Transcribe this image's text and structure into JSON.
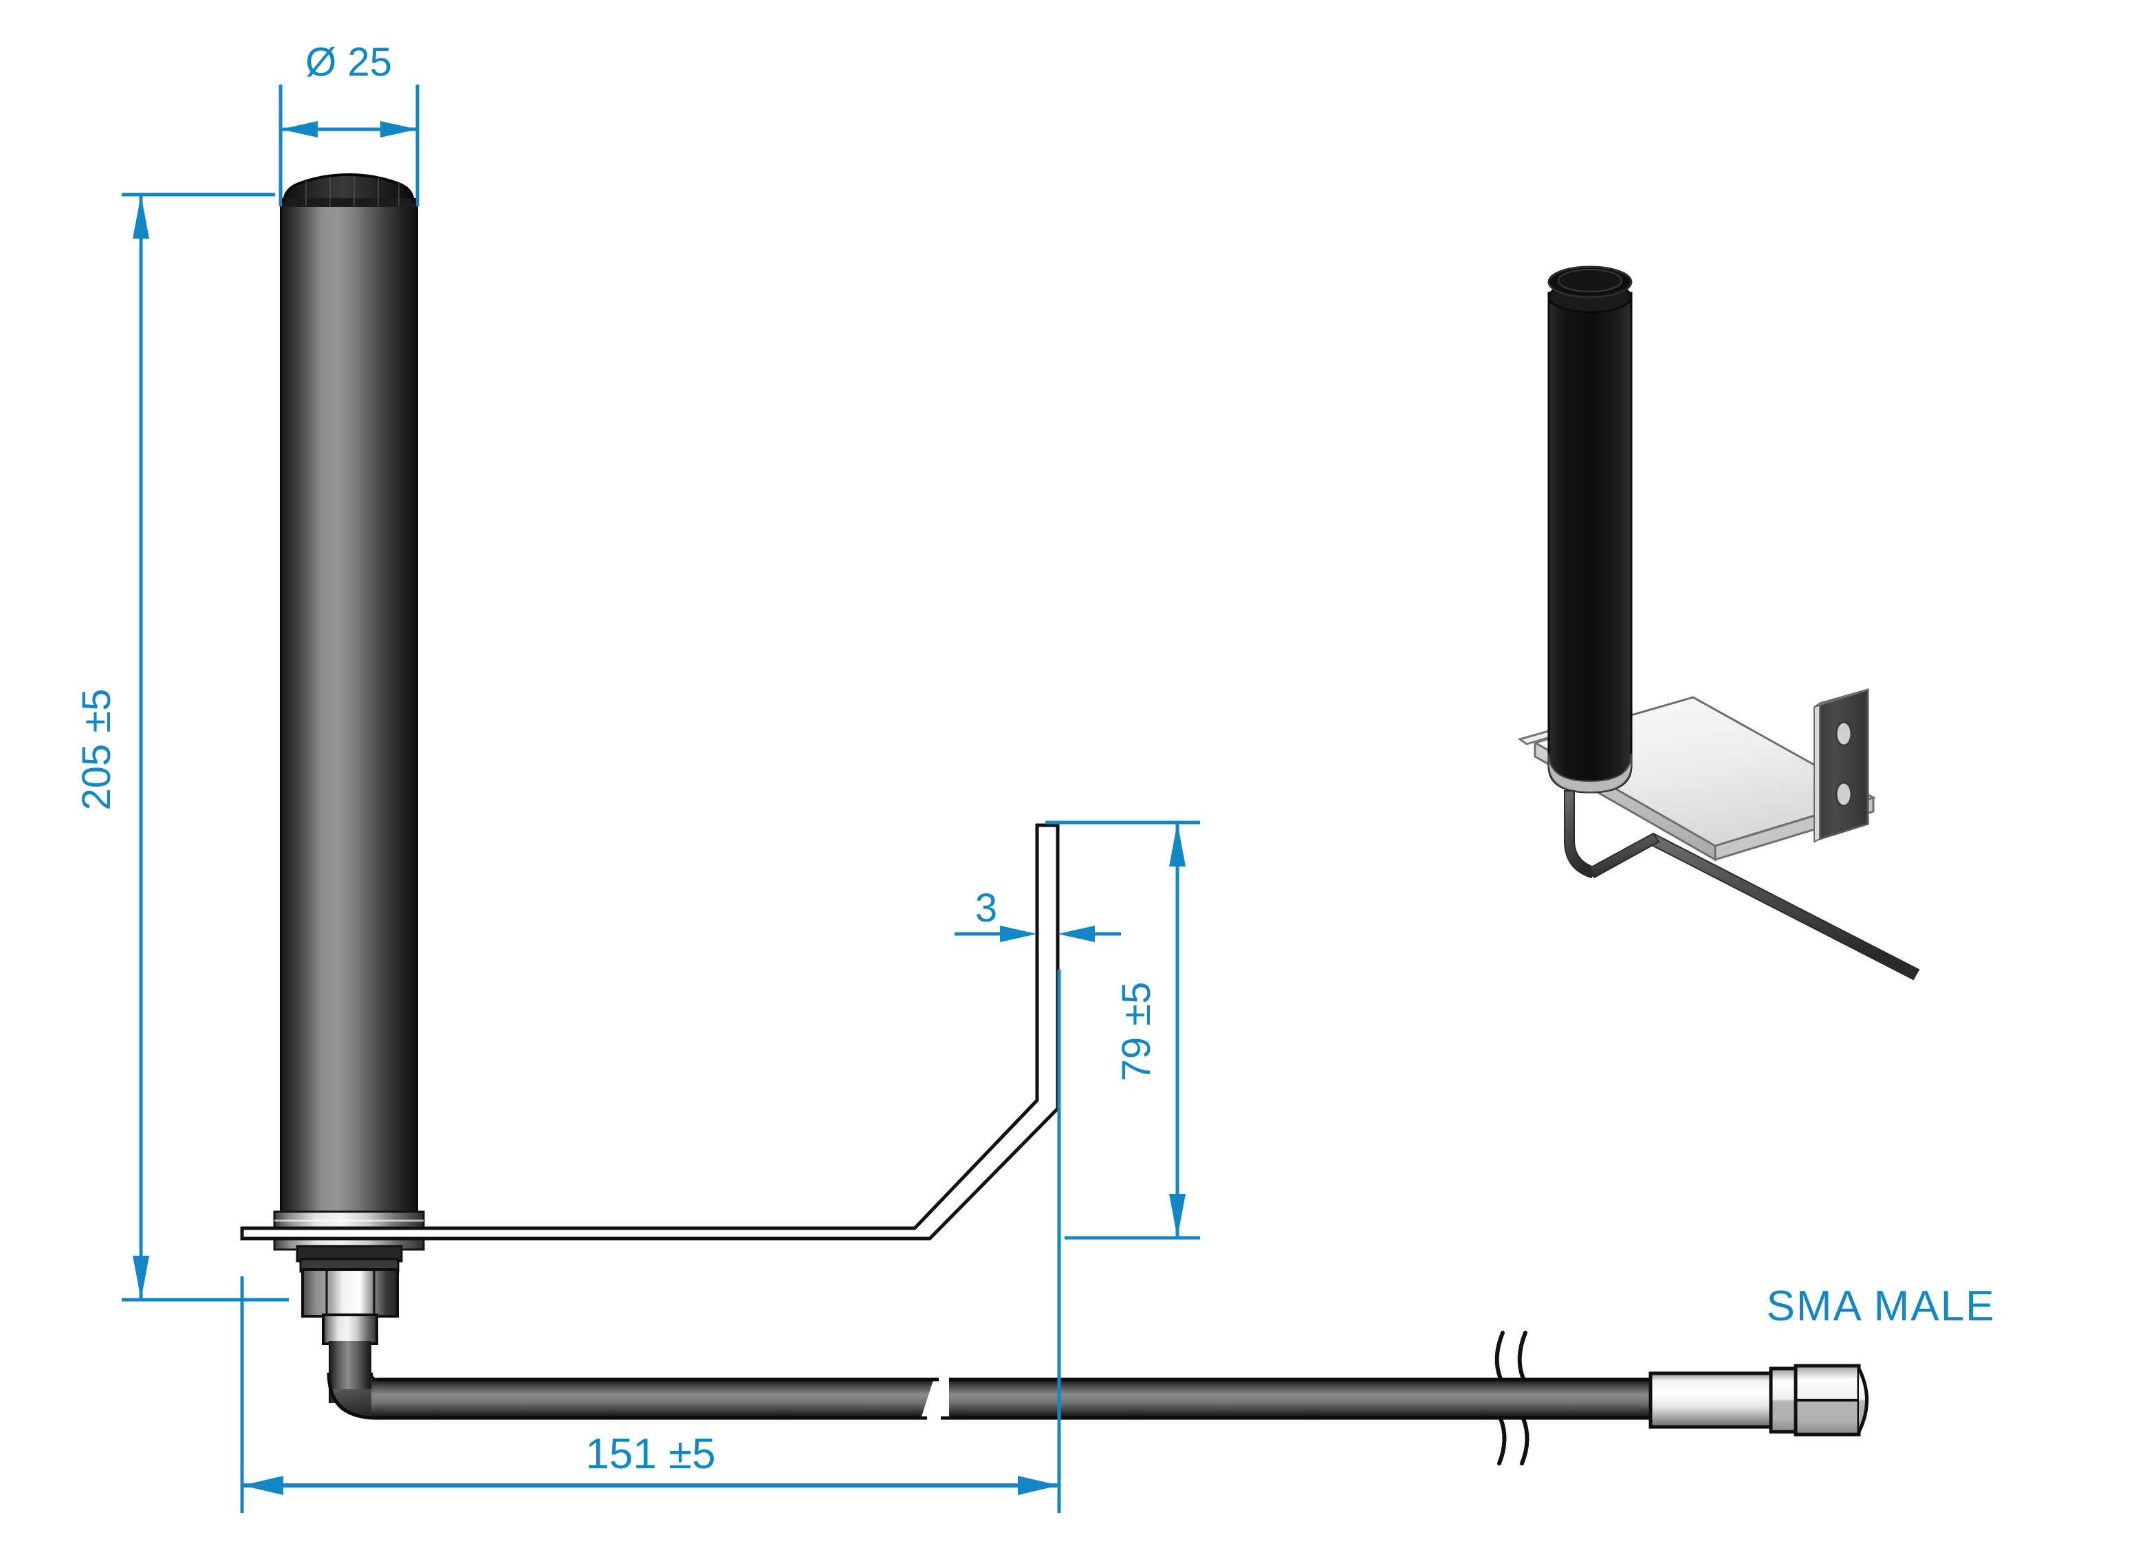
{
  "drawing": {
    "type": "mechanical-technical-drawing",
    "subject": "Omnidirectional pole antenna with L-shaped wall mounting bracket and SMA male pigtail cable",
    "units": "mm",
    "line_color": "#1287c4",
    "outline_color": "#111111",
    "background": "#ffffff"
  },
  "dimensions": {
    "diameter": {
      "label": "Ø 25",
      "value": 25,
      "symbol": "Ø",
      "orientation": "horizontal",
      "describes": "antenna radome outer diameter"
    },
    "height": {
      "label": "205 ±5",
      "value": 205,
      "tolerance": "±5",
      "orientation": "vertical",
      "describes": "overall antenna height from bracket base to top of radome"
    },
    "bracket_rise": {
      "label": "79 ±5",
      "value": 79,
      "tolerance": "±5",
      "orientation": "vertical",
      "describes": "vertical rise of bracket back plate"
    },
    "plate_thickness": {
      "label": "3",
      "value": 3,
      "orientation": "horizontal",
      "describes": "bracket sheet metal thickness"
    },
    "bracket_length": {
      "label": "151 ±5",
      "value": 151,
      "tolerance": "±5",
      "orientation": "horizontal",
      "describes": "horizontal bracket arm length"
    }
  },
  "annotations": {
    "connector": {
      "label": "SMA MALE",
      "describes": "cable termination connector type"
    }
  },
  "views": {
    "front": {
      "name": "front-elevation-view",
      "components": [
        "antenna-radome-cylinder",
        "radome-top-cap",
        "base-flange",
        "mounting-bracket",
        "hex-nut",
        "coaxial-cable",
        "sma-connector"
      ]
    },
    "isometric": {
      "name": "isometric-3d-view",
      "components": [
        "antenna-radome-cylinder",
        "l-bracket",
        "bracket-mounting-holes",
        "coaxial-cable"
      ],
      "mounting_holes": 2
    }
  },
  "colors": {
    "dimension_blue": "#1287c4",
    "radome_dark": "#1a1a1a",
    "radome_highlight": "#8f8f8f",
    "metal_light": "#e8e8e8",
    "metal_mid": "#9a9a9a",
    "cable_gray": "#6b6b6b",
    "outline": "#111111"
  }
}
